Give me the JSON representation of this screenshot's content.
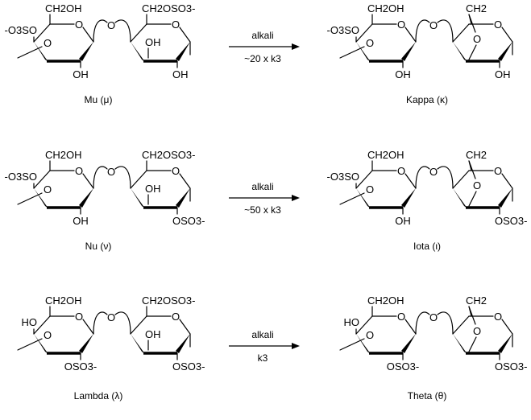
{
  "reactions": [
    {
      "reactant": {
        "name": "Mu (μ)",
        "left_unit": {
          "c6": "CH2OH",
          "c4": "-O3SO",
          "c2": "OH",
          "c4_type": "sulfate"
        },
        "right_unit": {
          "c6": "CH2OSO3-",
          "c3": "OH",
          "c2": "OH",
          "anhydro": false
        }
      },
      "condition_top": "alkali",
      "condition_bottom": "~20 x k3",
      "product": {
        "name": "Kappa (κ)",
        "left_unit": {
          "c6": "CH2OH",
          "c4": "-O3SO",
          "c2": "OH",
          "c4_type": "sulfate"
        },
        "right_unit": {
          "bridge": "CH2",
          "c2": "OH",
          "anhydro": true
        }
      }
    },
    {
      "reactant": {
        "name": "Nu (ν)",
        "left_unit": {
          "c6": "CH2OH",
          "c4": "-O3SO",
          "c2": "OH",
          "c4_type": "sulfate"
        },
        "right_unit": {
          "c6": "CH2OSO3-",
          "c3": "OH",
          "c2": "OSO3-",
          "anhydro": false
        }
      },
      "condition_top": "alkali",
      "condition_bottom": "~50 x k3",
      "product": {
        "name": "Iota (ι)",
        "left_unit": {
          "c6": "CH2OH",
          "c4": "-O3SO",
          "c2": "OH",
          "c4_type": "sulfate"
        },
        "right_unit": {
          "bridge": "CH2",
          "c2": "OSO3-",
          "anhydro": true
        }
      }
    },
    {
      "reactant": {
        "name": "Lambda (λ)",
        "left_unit": {
          "c6": "CH2OH",
          "c4": "HO",
          "c2": "OSO3-",
          "c4_type": "hydroxyl"
        },
        "right_unit": {
          "c6": "CH2OSO3-",
          "c3": "OH",
          "c2": "OSO3-",
          "anhydro": false
        }
      },
      "condition_top": "alkali",
      "condition_bottom": "k3",
      "product": {
        "name": "Theta (θ)",
        "left_unit": {
          "c6": "CH2OH",
          "c4": "HO",
          "c2": "OSO3-",
          "c4_type": "hydroxyl"
        },
        "right_unit": {
          "bridge": "CH2",
          "c2": "OSO3-",
          "anhydro": true
        }
      }
    }
  ],
  "ring_oxygen": "O",
  "linkage_oxygen": "O"
}
